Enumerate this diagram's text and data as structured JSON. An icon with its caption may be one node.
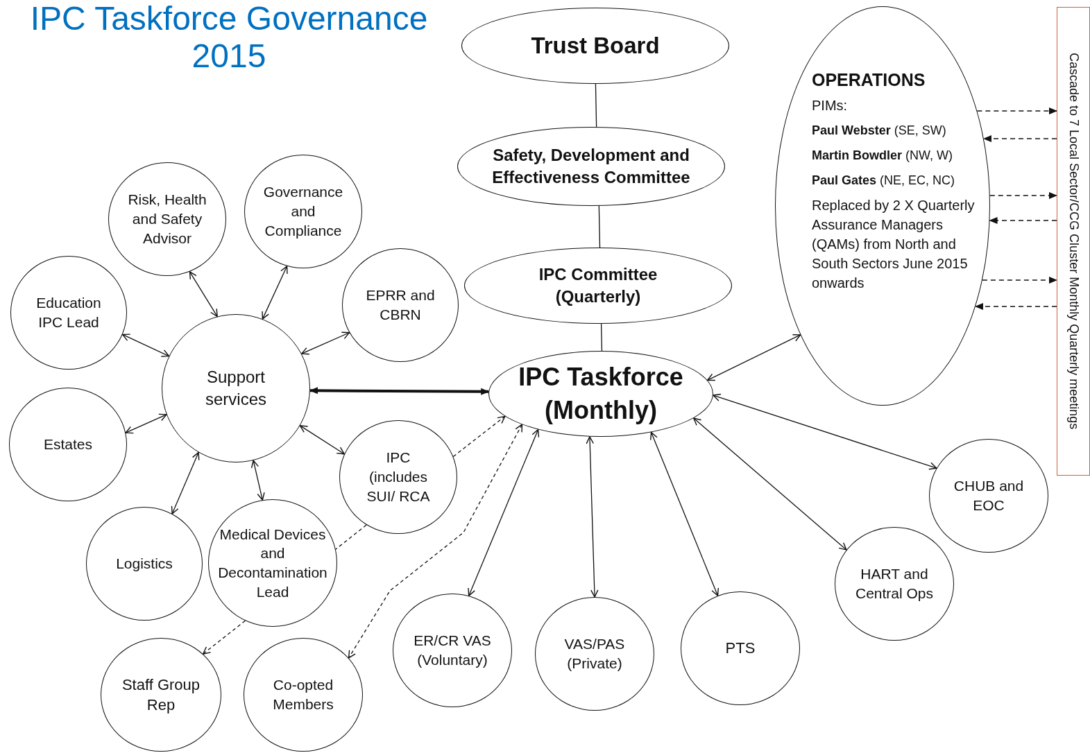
{
  "diagram": {
    "title": "IPC Taskforce Governance 2015",
    "nodes": [
      {
        "text": [
          "Trust Board"
        ]
      },
      {
        "text": [
          "Safety, Development and Effectiveness Committee"
        ]
      },
      {
        "text": [
          "IPC Committee (Quarterly)"
        ]
      },
      {
        "text": [
          "IPC Taskforce (Monthly)"
        ]
      },
      {
        "text": [
          "OPERATIONS",
          "PIMs:",
          "**Paul Webster** (SE, SW)",
          "**Martin Bowdler** (NW, W)",
          "**Paul Gates** (NE, EC, NC)",
          "Replaced by 2 X Quarterly Assurance Managers (QAMs) from North and South Sectors June 2015 onwards"
        ]
      },
      {
        "text": [
          "Cascade to 7 Local Sector/CCG Cluster Monthly Quarterly meetings"
        ]
      },
      {
        "text": [
          "Support services"
        ]
      },
      {
        "text": [
          "Risk, Health and Safety Advisor"
        ]
      },
      {
        "text": [
          "Governance and Compliance"
        ]
      },
      {
        "text": [
          "Education IPC Lead"
        ]
      },
      {
        "text": [
          "EPRR and CBRN"
        ]
      },
      {
        "text": [
          "Estates"
        ]
      },
      {
        "text": [
          "IPC (includes SUI/ RCA"
        ]
      },
      {
        "text": [
          "Logistics"
        ]
      },
      {
        "text": [
          "Medical Devices and Decontamination Lead"
        ]
      },
      {
        "text": [
          "Staff Group Rep"
        ]
      },
      {
        "text": [
          "Co-opted Members"
        ]
      },
      {
        "text": [
          "ER/CR VAS (Voluntary)"
        ]
      },
      {
        "text": [
          "VAS/PAS (Private)"
        ]
      },
      {
        "text": [
          "PTS"
        ]
      },
      {
        "text": [
          "HART and Central Ops"
        ]
      },
      {
        "text": [
          "CHUB and EOC"
        ]
      }
    ],
    "edges": [
      {
        "from": 0,
        "to": 1,
        "arrow": "none"
      },
      {
        "from": 1,
        "to": 2,
        "arrow": "none"
      },
      {
        "from": 2,
        "to": 3,
        "arrow": "none"
      },
      {
        "from": 3,
        "to": 4,
        "arrow": "both"
      },
      {
        "from": 3,
        "to": 21,
        "arrow": "both"
      },
      {
        "from": 3,
        "to": 20,
        "arrow": "both"
      },
      {
        "from": 3,
        "to": 19,
        "arrow": "both"
      },
      {
        "from": 3,
        "to": 18,
        "arrow": "both"
      },
      {
        "from": 3,
        "to": 17,
        "arrow": "both"
      },
      {
        "from": 6,
        "to": 3,
        "arrow": "both",
        "style": "thick"
      },
      {
        "from": 6,
        "to": 7,
        "arrow": "both"
      },
      {
        "from": 6,
        "to": 8,
        "arrow": "both"
      },
      {
        "from": 6,
        "to": 9,
        "arrow": "both"
      },
      {
        "from": 6,
        "to": 10,
        "arrow": "both"
      },
      {
        "from": 6,
        "to": 11,
        "arrow": "both"
      },
      {
        "from": 6,
        "to": 12,
        "arrow": "both"
      },
      {
        "from": 6,
        "to": 13,
        "arrow": "both"
      },
      {
        "from": 6,
        "to": 14,
        "arrow": "both"
      },
      {
        "from": 12,
        "to": 3,
        "arrow": "to",
        "style": "dashed"
      },
      {
        "from": 12,
        "to": 14,
        "arrow": "none",
        "style": "dashed"
      },
      {
        "from": 14,
        "to": 15,
        "arrow": "to",
        "style": "dashed"
      },
      {
        "from": 3,
        "to": 16,
        "arrow": "both",
        "style": "dashed"
      },
      {
        "from": 4,
        "to": 5,
        "arrow": "to",
        "style": "dashed"
      },
      {
        "from": 5,
        "to": 4,
        "arrow": "to",
        "style": "dashed"
      },
      {
        "from": 4,
        "to": 5,
        "arrow": "to",
        "style": "dashed"
      },
      {
        "from": 5,
        "to": 4,
        "arrow": "to",
        "style": "dashed"
      },
      {
        "from": 4,
        "to": 5,
        "arrow": "to",
        "style": "dashed"
      },
      {
        "from": 5,
        "to": 4,
        "arrow": "to",
        "style": "dashed"
      }
    ]
  }
}
